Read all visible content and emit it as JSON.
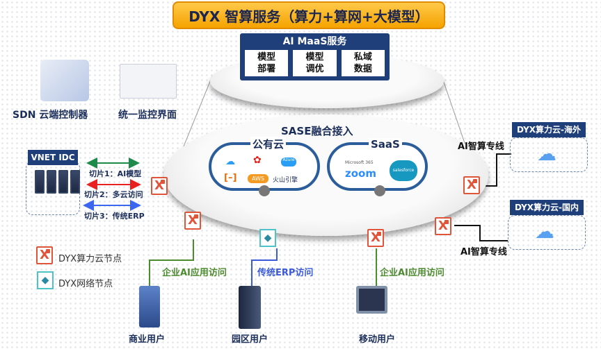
{
  "title": "DYX 智算服务（算力+算网+大模型）",
  "maas": {
    "header": "AI MaaS服务",
    "items": [
      [
        "模型",
        "部署"
      ],
      [
        "模型",
        "调优"
      ],
      [
        "私域",
        "数据"
      ]
    ]
  },
  "sase": {
    "title": "SASE融合接入",
    "public_cloud": {
      "title": "公有云",
      "logos": [
        "腾讯云",
        "华为",
        "Azure",
        "阿里云",
        "AWS",
        "火山引擎"
      ]
    },
    "saas": {
      "title": "SaaS",
      "logos": [
        "Microsoft 365",
        "zoom",
        "salesforce"
      ]
    }
  },
  "tools": [
    {
      "label": "SDN 云端控制器",
      "icon": "sdn-controller-icon"
    },
    {
      "label": "统一监控界面",
      "icon": "monitor-screen-icon"
    }
  ],
  "idc": {
    "title": "VNET IDC"
  },
  "slices": [
    {
      "label": "切片1：AI模型",
      "color": "#1e8a4a"
    },
    {
      "label": "切片2：多云访问",
      "color": "#e82020"
    },
    {
      "label": "切片3：传统ERP",
      "color": "#3a66f0"
    }
  ],
  "legend": [
    {
      "label": "DYX算力云节点",
      "icon": "compute-node-icon"
    },
    {
      "label": "DYX网络节点",
      "icon": "network-node-icon"
    }
  ],
  "dc": [
    {
      "title": "DYX算力云-海外",
      "line": "AI智算专线"
    },
    {
      "title": "DYX算力云-国内",
      "line": "AI智算专线"
    }
  ],
  "access": [
    {
      "label": "企业AI应用访问",
      "color": "#4d8b2f"
    },
    {
      "label": "传统ERP访问",
      "color": "#3a5ad8"
    },
    {
      "label": "企业AI应用访问",
      "color": "#4d8b2f"
    }
  ],
  "users": [
    "商业用户",
    "园区用户",
    "移动用户"
  ],
  "node_glyph": "X"
}
